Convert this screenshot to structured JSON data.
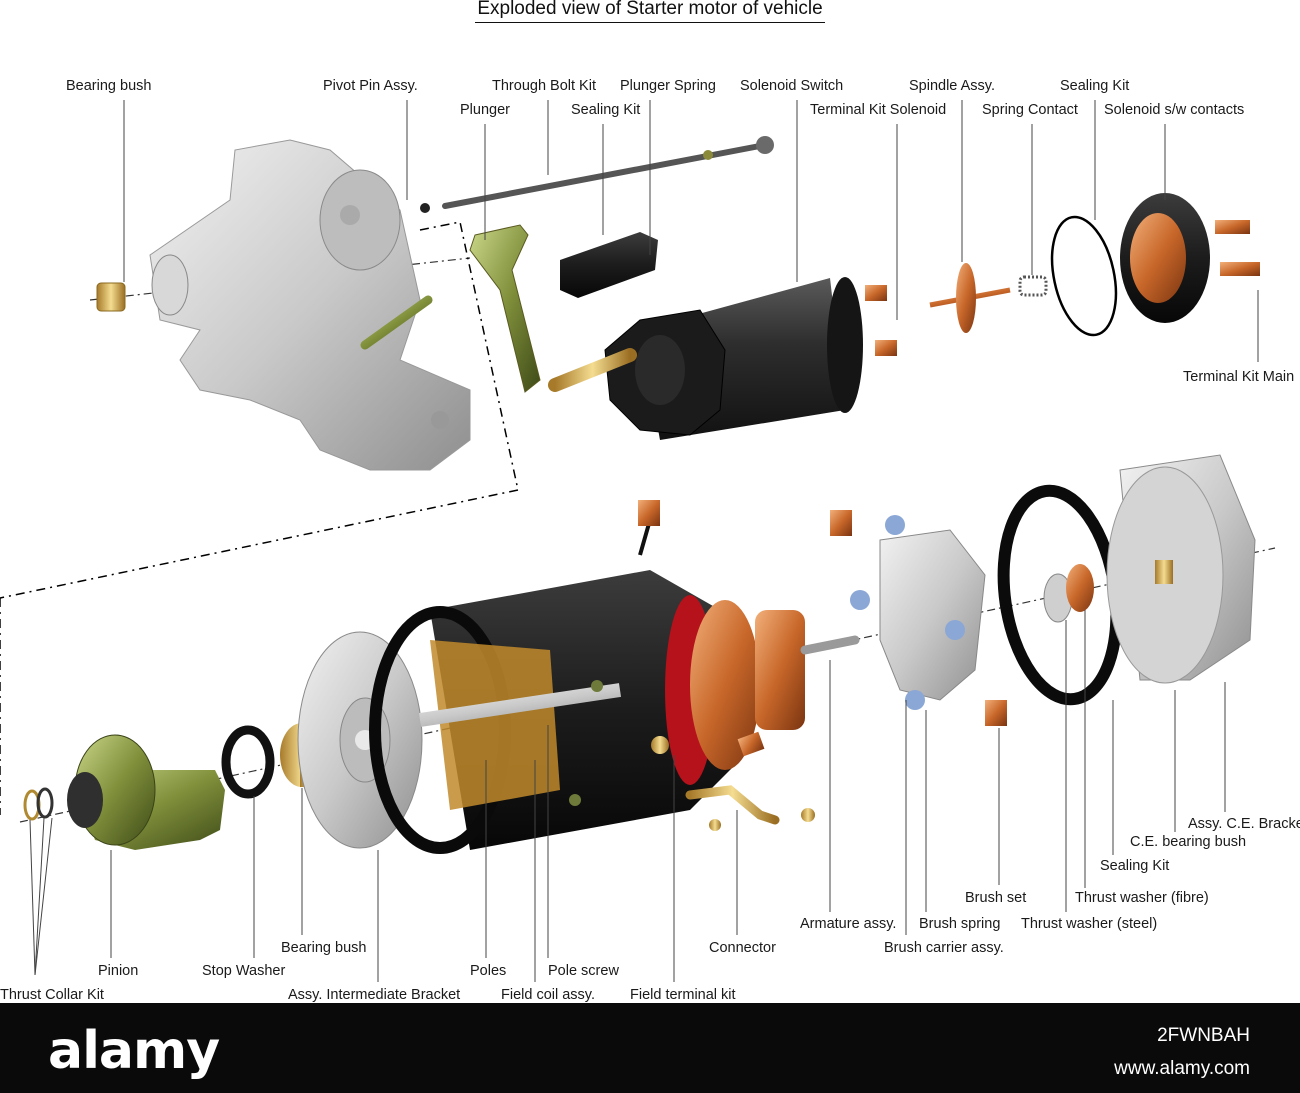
{
  "title": "Exploded view of Starter motor of vehicle",
  "labels": {
    "bearing_bush_top": "Bearing bush",
    "pivot_pin_assy": "Pivot Pin Assy.",
    "through_bolt_kit": "Through Bolt Kit",
    "plunger_spring": "Plunger Spring",
    "solenoid_switch": "Solenoid Switch",
    "spindle_assy": "Spindle Assy.",
    "sealing_kit_top_right": "Sealing Kit",
    "plunger": "Plunger",
    "sealing_kit_top": "Sealing Kit",
    "terminal_kit_solenoid": "Terminal Kit Solenoid",
    "spring_contact": "Spring Contact",
    "solenoid_contacts": "Solenoid s/w contacts",
    "terminal_kit_main": "Terminal Kit Main",
    "assy_ce_bracket": "Assy. C.E. Bracket",
    "ce_bearing_bush": "C.E. bearing bush",
    "sealing_kit_bottom": "Sealing Kit",
    "brush_set": "Brush set",
    "thrust_washer_fibre": "Thrust washer (fibre)",
    "armature_assy": "Armature assy.",
    "brush_spring": "Brush spring",
    "thrust_washer_steel": "Thrust washer (steel)",
    "connector": "Connector",
    "brush_carrier_assy": "Brush carrier assy.",
    "bearing_bush_bottom": "Bearing bush",
    "pinion": "Pinion",
    "stop_washer": "Stop Washer",
    "poles": "Poles",
    "pole_screw": "Pole screw",
    "thrust_collar_kit": "Thrust Collar Kit",
    "assy_intermediate_bracket": "Assy. Intermediate Bracket",
    "field_coil_assy": "Field coil assy.",
    "field_terminal_kit": "Field terminal kit"
  },
  "footer": {
    "brand": "alamy",
    "image_id": "2FWNBAH",
    "site": "www.alamy.com"
  }
}
